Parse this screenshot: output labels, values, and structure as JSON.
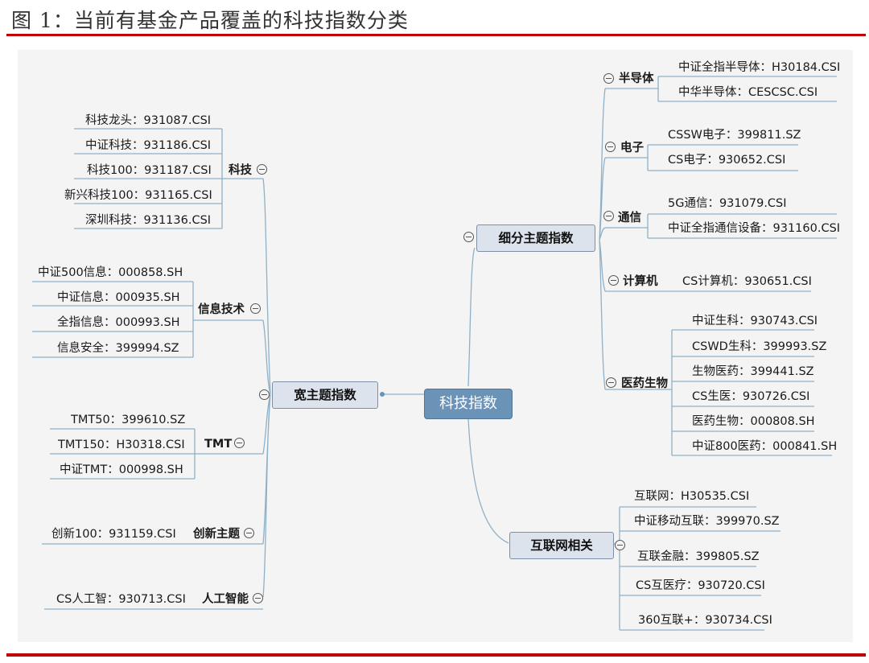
{
  "caption": "图 1：当前有基金产品覆盖的科技指数分类",
  "center": "科技指数",
  "left_topic": "宽主题指数",
  "right_topic_1": "细分主题指数",
  "right_topic_2": "互联网相关",
  "tech": {
    "label": "科技",
    "items": [
      "科技龙头：931087.CSI",
      "中证科技：931186.CSI",
      "科技100：931187.CSI",
      "新兴科技100：931165.CSI",
      "深圳科技：931136.CSI"
    ]
  },
  "infotech": {
    "label": "信息技术",
    "items": [
      "中证500信息：000858.SH",
      "中证信息：000935.SH",
      "全指信息：000993.SH",
      "信息安全：399994.SZ"
    ]
  },
  "tmt": {
    "label": "TMT",
    "items": [
      "TMT50：399610.SZ",
      "TMT150：H30318.CSI",
      "中证TMT：000998.SH"
    ]
  },
  "innovation": {
    "label": "创新主题",
    "items": [
      "创新100：931159.CSI"
    ]
  },
  "ai": {
    "label": "人工智能",
    "items": [
      "CS人工智：930713.CSI"
    ]
  },
  "semi": {
    "label": "半导体",
    "items": [
      "中证全指半导体：H30184.CSI",
      "中华半导体：CESCSC.CSI"
    ]
  },
  "elec": {
    "label": "电子",
    "items": [
      "CSSW电子：399811.SZ",
      "CS电子：930652.CSI"
    ]
  },
  "telecom": {
    "label": "通信",
    "items": [
      "5G通信：931079.CSI",
      "中证全指通信设备：931160.CSI"
    ]
  },
  "computer": {
    "label": "计算机",
    "items": [
      "CS计算机：930651.CSI"
    ]
  },
  "medbio": {
    "label": "医药生物",
    "items": [
      "中证生科：930743.CSI",
      "CSWD生科：399993.SZ",
      "生物医药：399441.SZ",
      "CS生医：930726.CSI",
      "医药生物：000808.SH",
      "中证800医药：000841.SH"
    ]
  },
  "internet": {
    "items": [
      "互联网：H30535.CSI",
      "中证移动互联：399970.SZ",
      "互联金融：399805.SZ",
      "CS互医疗：930720.CSI",
      "360互联+：930734.CSI"
    ]
  }
}
